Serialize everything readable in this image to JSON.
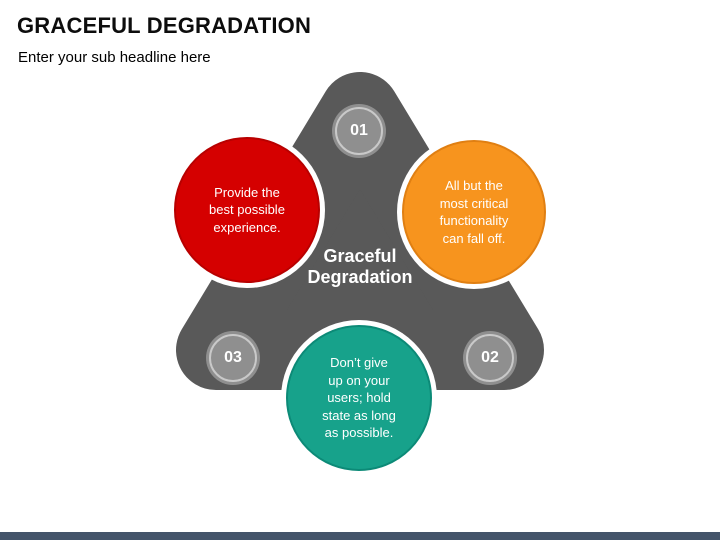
{
  "slide": {
    "title": "GRACEFUL DEGRADATION",
    "subtitle": "Enter your sub headline here",
    "background_color": "#FFFFFF",
    "footer_bar_color": "#44546A"
  },
  "diagram": {
    "type": "tri-arrow-infographic",
    "shape_color": "#595959",
    "center_label": "Graceful\nDegradation",
    "badges": [
      {
        "number": "01",
        "position": "top",
        "fill": "#8F8F8F",
        "ring_color": "#C9C9C9"
      },
      {
        "number": "02",
        "position": "bottom-right",
        "fill": "#8F8F8F",
        "ring_color": "#C9C9C9"
      },
      {
        "number": "03",
        "position": "bottom-left",
        "fill": "#8F8F8F",
        "ring_color": "#C9C9C9"
      }
    ],
    "bubbles": [
      {
        "position": "left",
        "color": "#D50000",
        "border_color": "#B80000",
        "text": "Provide the\nbest possible\nexperience."
      },
      {
        "position": "right",
        "color": "#F7941E",
        "border_color": "#E07F12",
        "text": "All but the\nmost critical\nfunctionality\ncan fall off."
      },
      {
        "position": "bottom",
        "color": "#17A28B",
        "border_color": "#0C8A77",
        "text": "Don’t give\nup on your\nusers; hold\nstate as long\nas possible."
      }
    ]
  }
}
